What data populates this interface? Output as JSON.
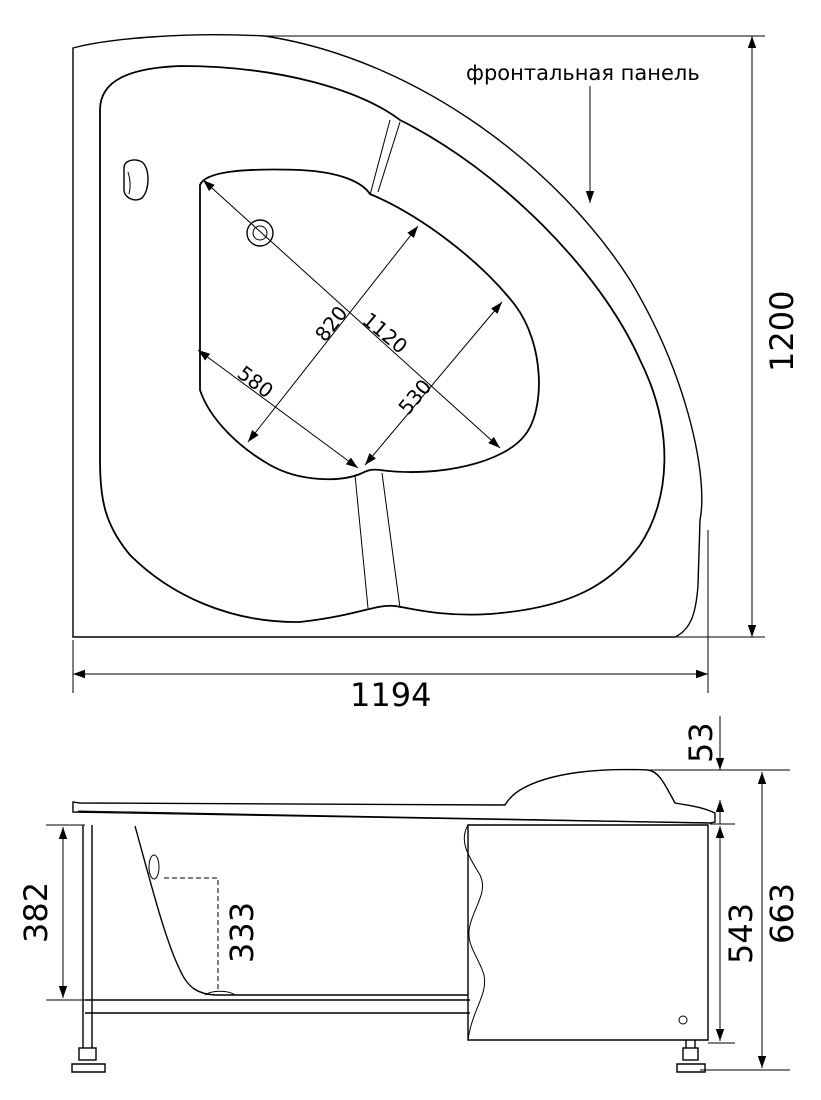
{
  "labels": {
    "front_panel": "фронтальная панель"
  },
  "top_view": {
    "overall_width": "1194",
    "overall_depth": "1200",
    "diagonal_length": "1120",
    "cross_width": "820",
    "left_inner": "580",
    "right_inner": "530"
  },
  "side_view": {
    "rim_thickness": "53",
    "total_height": "663",
    "body_height": "543",
    "leg_height": "382",
    "drain_height": "333"
  }
}
